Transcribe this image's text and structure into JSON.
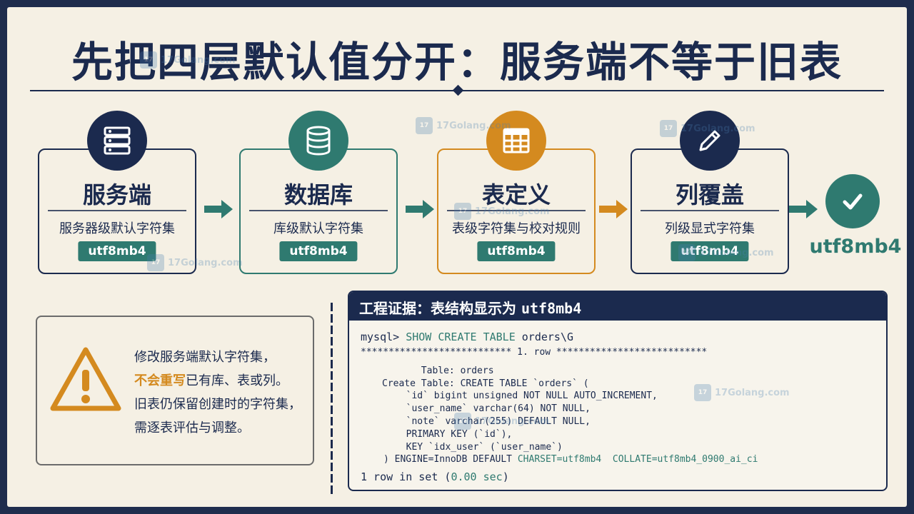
{
  "title": "先把四层默认值分开：服务端不等于旧表",
  "stages": [
    {
      "title": "服务端",
      "subtitle": "服务器级默认字符集",
      "tag": "utf8mb4",
      "icon": "server-icon"
    },
    {
      "title": "数据库",
      "subtitle": "库级默认字符集",
      "tag": "utf8mb4",
      "icon": "database-icon"
    },
    {
      "title": "表定义",
      "subtitle": "表级字符集与校对规则",
      "tag": "utf8mb4",
      "icon": "table-icon"
    },
    {
      "title": "列覆盖",
      "subtitle": "列级显式字符集",
      "tag": "utf8mb4",
      "icon": "pencil-icon"
    }
  ],
  "final": {
    "label": "utf8mb4",
    "icon": "check-icon"
  },
  "warning": {
    "line1": "修改服务端默认字符集，",
    "line2_highlight": "不会重写",
    "line2_rest": "已有库、表或列。",
    "line3": "旧表仍保留创建时的字符集，",
    "line4": "需逐表评估与调整。",
    "icon": "warning-triangle-icon"
  },
  "code": {
    "header_prefix": "工程证据：表结构显示为 ",
    "header_mono": "utf8mb4",
    "prompt": "mysql> ",
    "command": "SHOW CREATE TABLE",
    "command_rest": " orders\\G",
    "row_sep": "*************************** 1. row ***************************",
    "table_line": "       Table: orders",
    "create_line": "Create Table: CREATE TABLE `orders` (",
    "col1": "  `id` bigint unsigned NOT NULL AUTO_INCREMENT,",
    "col2": "  `user_name` varchar(64) NOT NULL,",
    "col3": "  `note` varchar(255) DEFAULT NULL,",
    "pk": "  PRIMARY KEY (`id`),",
    "key": "  KEY `idx_user` (`user_name`)",
    "engine_prefix": ") ENGINE=InnoDB DEFAULT ",
    "charset": "CHARSET=utf8mb4",
    "collate": "COLLATE=utf8mb4_0900_ai_ci",
    "footer_prefix": "1 row in set (",
    "footer_time": "0.00 sec",
    "footer_suffix": ")"
  },
  "watermark": {
    "icon_text": "17",
    "text": "17Golang.com"
  }
}
